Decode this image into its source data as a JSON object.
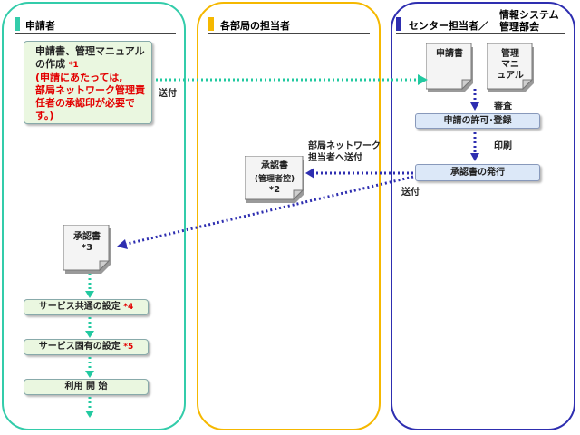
{
  "lanes": {
    "applicant": {
      "title": "申請者",
      "bar_color": "#33ccaa"
    },
    "department": {
      "title": "各部局の担当者",
      "bar_color": "#f5b800"
    },
    "center": {
      "title": "センター担当者／",
      "title2": "情報システム",
      "title3": "管理部会",
      "bar_color": "#2e2eb0"
    }
  },
  "applicant_box": {
    "line1": "申請書、管理マニュアル",
    "line2": "の作成",
    "mark": "*1",
    "note1": "(申請にあたっては,",
    "note2": "部局ネットワーク管理責",
    "note3": "任者の承認印が必要で",
    "note4": "す。)"
  },
  "send_label_1": "送付",
  "center_docs": {
    "application": "申請書",
    "manual_1": "管理",
    "manual_2": "マニ",
    "manual_3": "ュアル"
  },
  "review_label": "審査",
  "permit_box": "申請の許可･登録",
  "print_label": "印刷",
  "issue_box": "承認書の発行",
  "send_label_2": "部局ネットワーク",
  "send_label_2b": "担当者へ送付",
  "send_label_3": "送付",
  "dept_doc": {
    "line1": "承認書",
    "line2": "(管理者控)",
    "mark": "*2"
  },
  "applicant_doc": {
    "line1": "承認書",
    "mark": "*3"
  },
  "steps": [
    {
      "label": "サービス共通の設定",
      "mark": "*4"
    },
    {
      "label": "サービス固有の設定",
      "mark": "*5"
    },
    {
      "label": "利用 開 始",
      "mark": ""
    }
  ],
  "colors": {
    "green_arrow": "#22c9a0",
    "blue_arrow": "#2e2eb0"
  }
}
